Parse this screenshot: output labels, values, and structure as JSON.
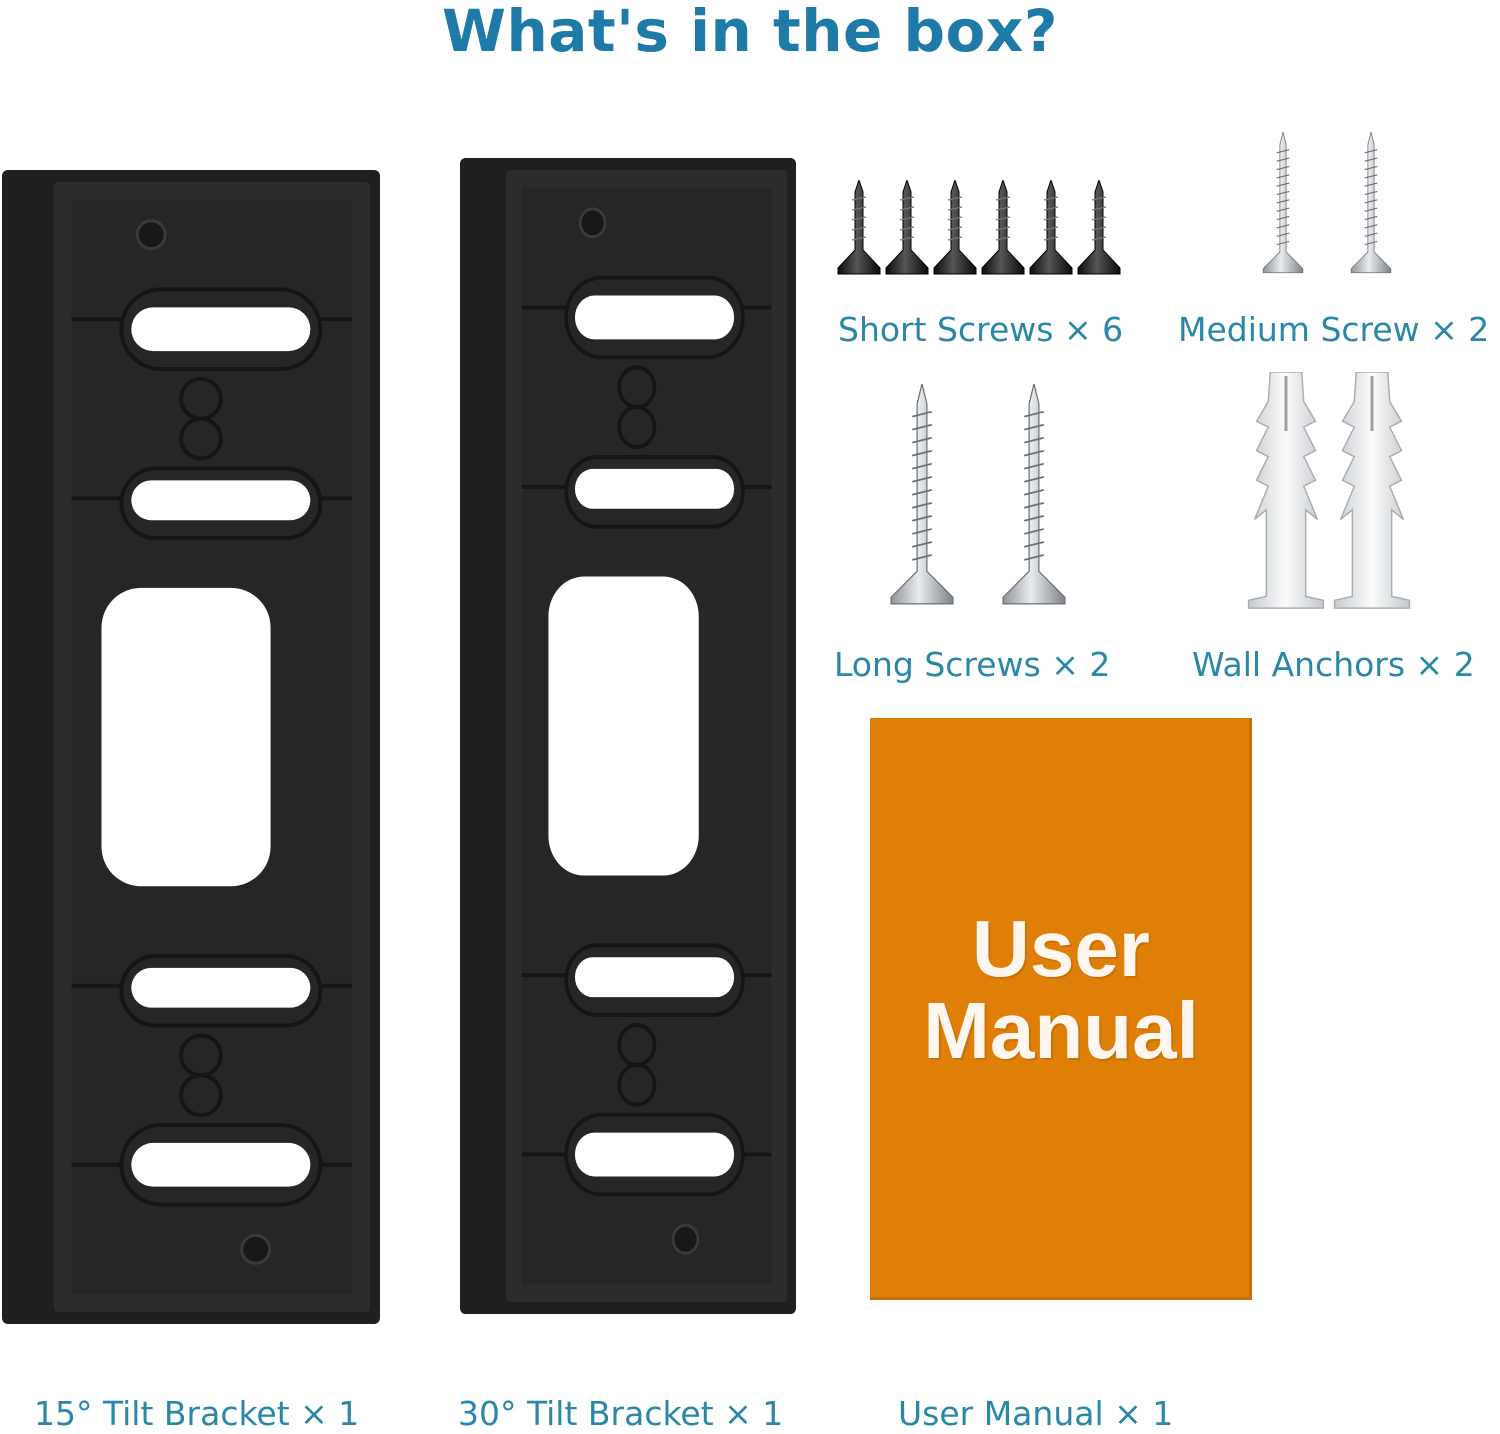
{
  "header": {
    "title": "What's in the box?"
  },
  "items": {
    "short_screws": {
      "label": "Short Screws × 6",
      "quantity": 6,
      "icon": "short-screw-icon",
      "color": "#1a1a1a"
    },
    "medium_screws": {
      "label": "Medium Screw × 2",
      "quantity": 2,
      "icon": "medium-screw-icon",
      "color": "#b8bcc0"
    },
    "long_screws": {
      "label": "Long Screws × 2",
      "quantity": 2,
      "icon": "long-screw-icon",
      "color": "#b8bcc0"
    },
    "wall_anchors": {
      "label": "Wall Anchors × 2",
      "quantity": 2,
      "icon": "wall-anchor-icon",
      "color": "#eef0f2"
    },
    "bracket_15": {
      "label": "15° Tilt Bracket × 1",
      "icon": "tilt-bracket-icon",
      "color": "#2b2b2b"
    },
    "bracket_30": {
      "label": "30° Tilt Bracket × 1",
      "icon": "tilt-bracket-icon",
      "color": "#2b2b2b"
    },
    "manual": {
      "label": "User Manual × 1",
      "cover_line1": "User",
      "cover_line2": "Manual",
      "color": "#e07f08"
    }
  },
  "colors": {
    "title": "#1e7aa6",
    "label": "#2a87a8"
  }
}
